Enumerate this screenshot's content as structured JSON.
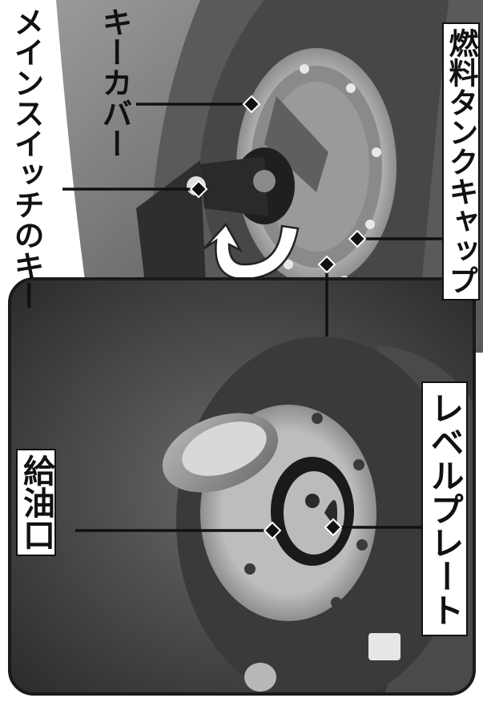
{
  "labels": {
    "main_switch_key": "メインスイッチのキー",
    "key_cover": "キーカバー",
    "fuel_tank_cap": "燃料タンクキャップ",
    "filler_port": "給油口",
    "level_plate": "レベルプレート"
  },
  "colors": {
    "label_bg": "#ffffff",
    "line": "#111111",
    "frame": "#1a1a1a"
  }
}
